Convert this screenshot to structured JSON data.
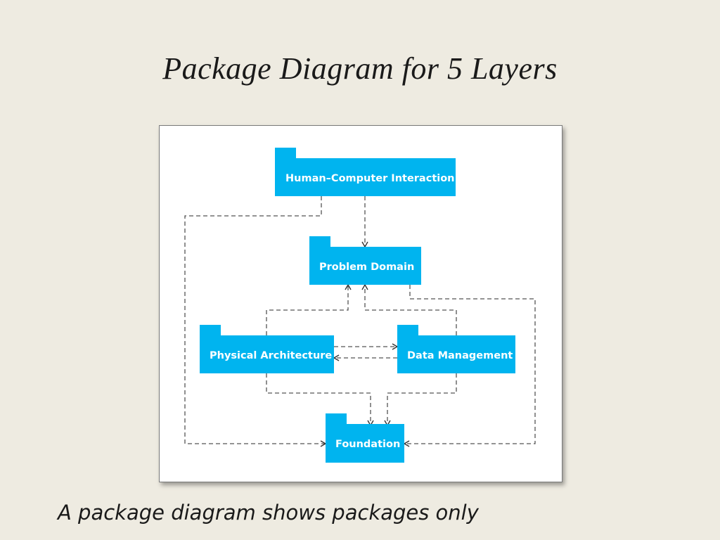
{
  "slide": {
    "title": "Package Diagram for 5 Layers",
    "caption": "A package diagram shows packages only"
  },
  "diagram": {
    "fill_color": "#00b4ef",
    "packages": {
      "hci": "Human–Computer Interaction",
      "problem_domain": "Problem Domain",
      "physical_architecture": "Physical Architecture",
      "data_management": "Data Management",
      "foundation": "Foundation"
    },
    "dependencies": [
      {
        "from": "hci",
        "to": "problem_domain"
      },
      {
        "from": "hci",
        "to": "foundation"
      },
      {
        "from": "physical_architecture",
        "to": "problem_domain"
      },
      {
        "from": "data_management",
        "to": "problem_domain"
      },
      {
        "from": "physical_architecture",
        "to": "data_management"
      },
      {
        "from": "data_management",
        "to": "physical_architecture"
      },
      {
        "from": "physical_architecture",
        "to": "foundation"
      },
      {
        "from": "data_management",
        "to": "foundation"
      },
      {
        "from": "problem_domain",
        "to": "foundation"
      }
    ]
  }
}
